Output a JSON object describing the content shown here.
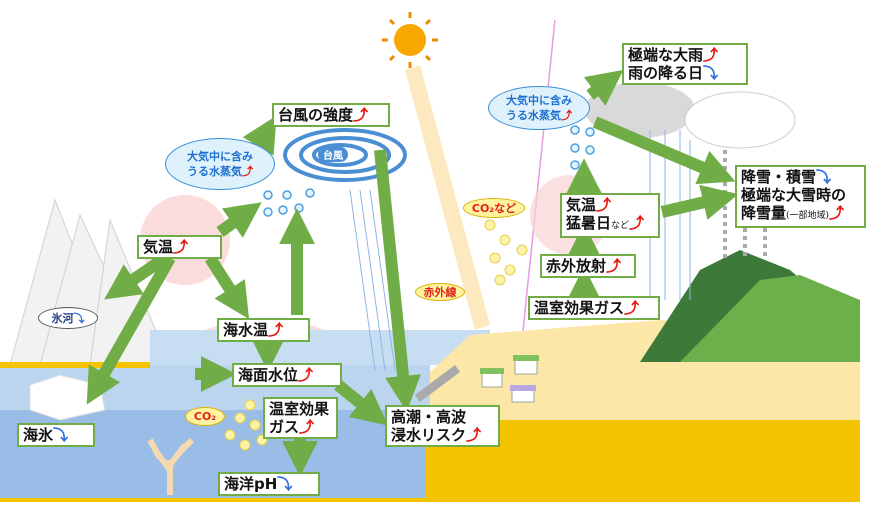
{
  "labels": {
    "typhoon_intensity": "台風の強度",
    "vapor_left_1": "大気中に含み",
    "vapor_left_2": "うる水蒸気",
    "typhoon": "台風",
    "air_temp_left": "気温",
    "glacier": "氷河",
    "sea_temp": "海水温",
    "sea_level": "海面水位",
    "ghg_sea_1": "温室効果",
    "ghg_sea_2": "ガス",
    "sea_ice": "海氷",
    "ocean_ph": "海洋pH",
    "co2_sea": "CO₂",
    "storm_surge_1": "高潮・高波",
    "storm_surge_2": "浸水リスク",
    "infrared": "赤外線",
    "co2_etc": "CO₂など",
    "ir_radiation": "赤外放射",
    "ghg_land": "温室効果ガス",
    "air_temp_right": "気温",
    "hot_days": "猛暑日",
    "hot_days_etc": "など",
    "heavy_rain": "極端な大雨",
    "rain_days": "雨の降る日",
    "vapor_right_1": "大気中に含み",
    "vapor_right_2": "うる水蒸気",
    "snowfall": "降雪・積雪",
    "heavy_snow_1": "極端な大雪時の",
    "heavy_snow_2": "降雪量",
    "heavy_snow_region": "(一部地域)"
  },
  "trend": {
    "up": "⤴",
    "down": "⤵"
  },
  "colors": {
    "arrow": "#70ad47",
    "sea": "#a9c8e8",
    "deep_sea": "#8fb6e0",
    "ground": "#fde7a8",
    "gold": "#f5c400",
    "up": "#e8190f",
    "down": "#2f6fe0"
  }
}
